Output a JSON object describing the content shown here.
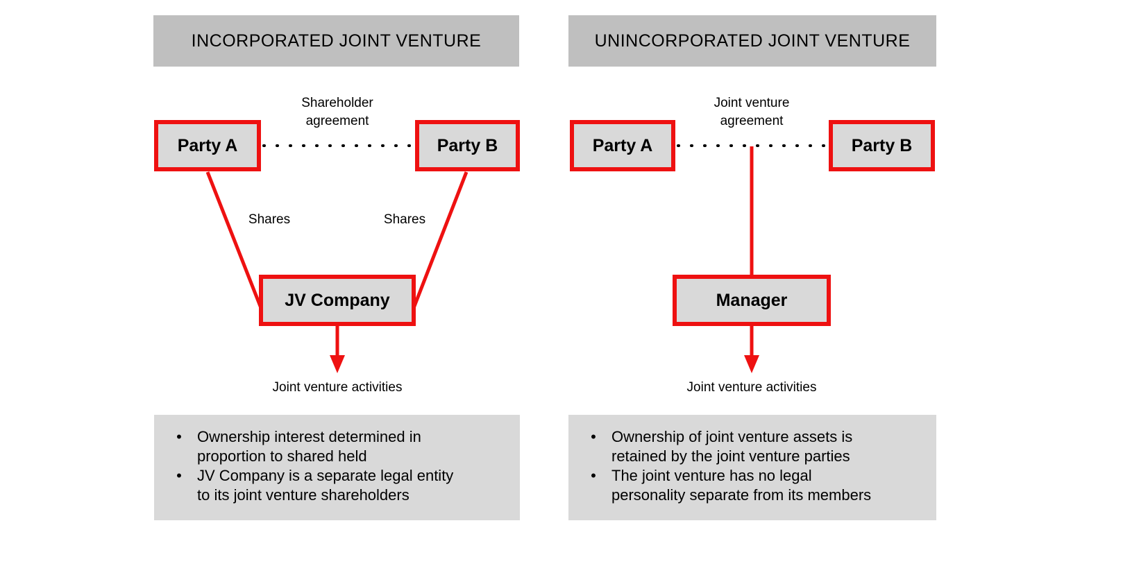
{
  "panels": [
    {
      "header": "INCORPORATED JOINT VENTURE",
      "agreement_label": "Shareholder\nagreement",
      "party_a": "Party A",
      "party_b": "Party B",
      "center_node": "JV Company",
      "left_edge_label": "Shares",
      "right_edge_label": "Shares",
      "activity_label": "Joint venture activities",
      "bullets": [
        "Ownership interest determined in\nproportion to shared held",
        "JV Company is a separate legal entity\nto its joint venture shareholders"
      ]
    },
    {
      "header": "UNINCORPORATED JOINT VENTURE",
      "agreement_label": "Joint venture\nagreement",
      "party_a": "Party A",
      "party_b": "Party B",
      "center_node": "Manager",
      "activity_label": "Joint venture activities",
      "bullets": [
        "Ownership of joint venture assets is\nretained by the joint venture parties",
        "The joint venture has no legal\npersonality separate from its members"
      ]
    }
  ],
  "bullet_marker": "•",
  "colors": {
    "header_fill": "#bfbfbf",
    "box_fill": "#d9d9d9",
    "box_border": "#ee1111",
    "connector": "#ee1111",
    "panel_fill": "#d9d9d9",
    "text": "#000000",
    "background": "#ffffff"
  }
}
